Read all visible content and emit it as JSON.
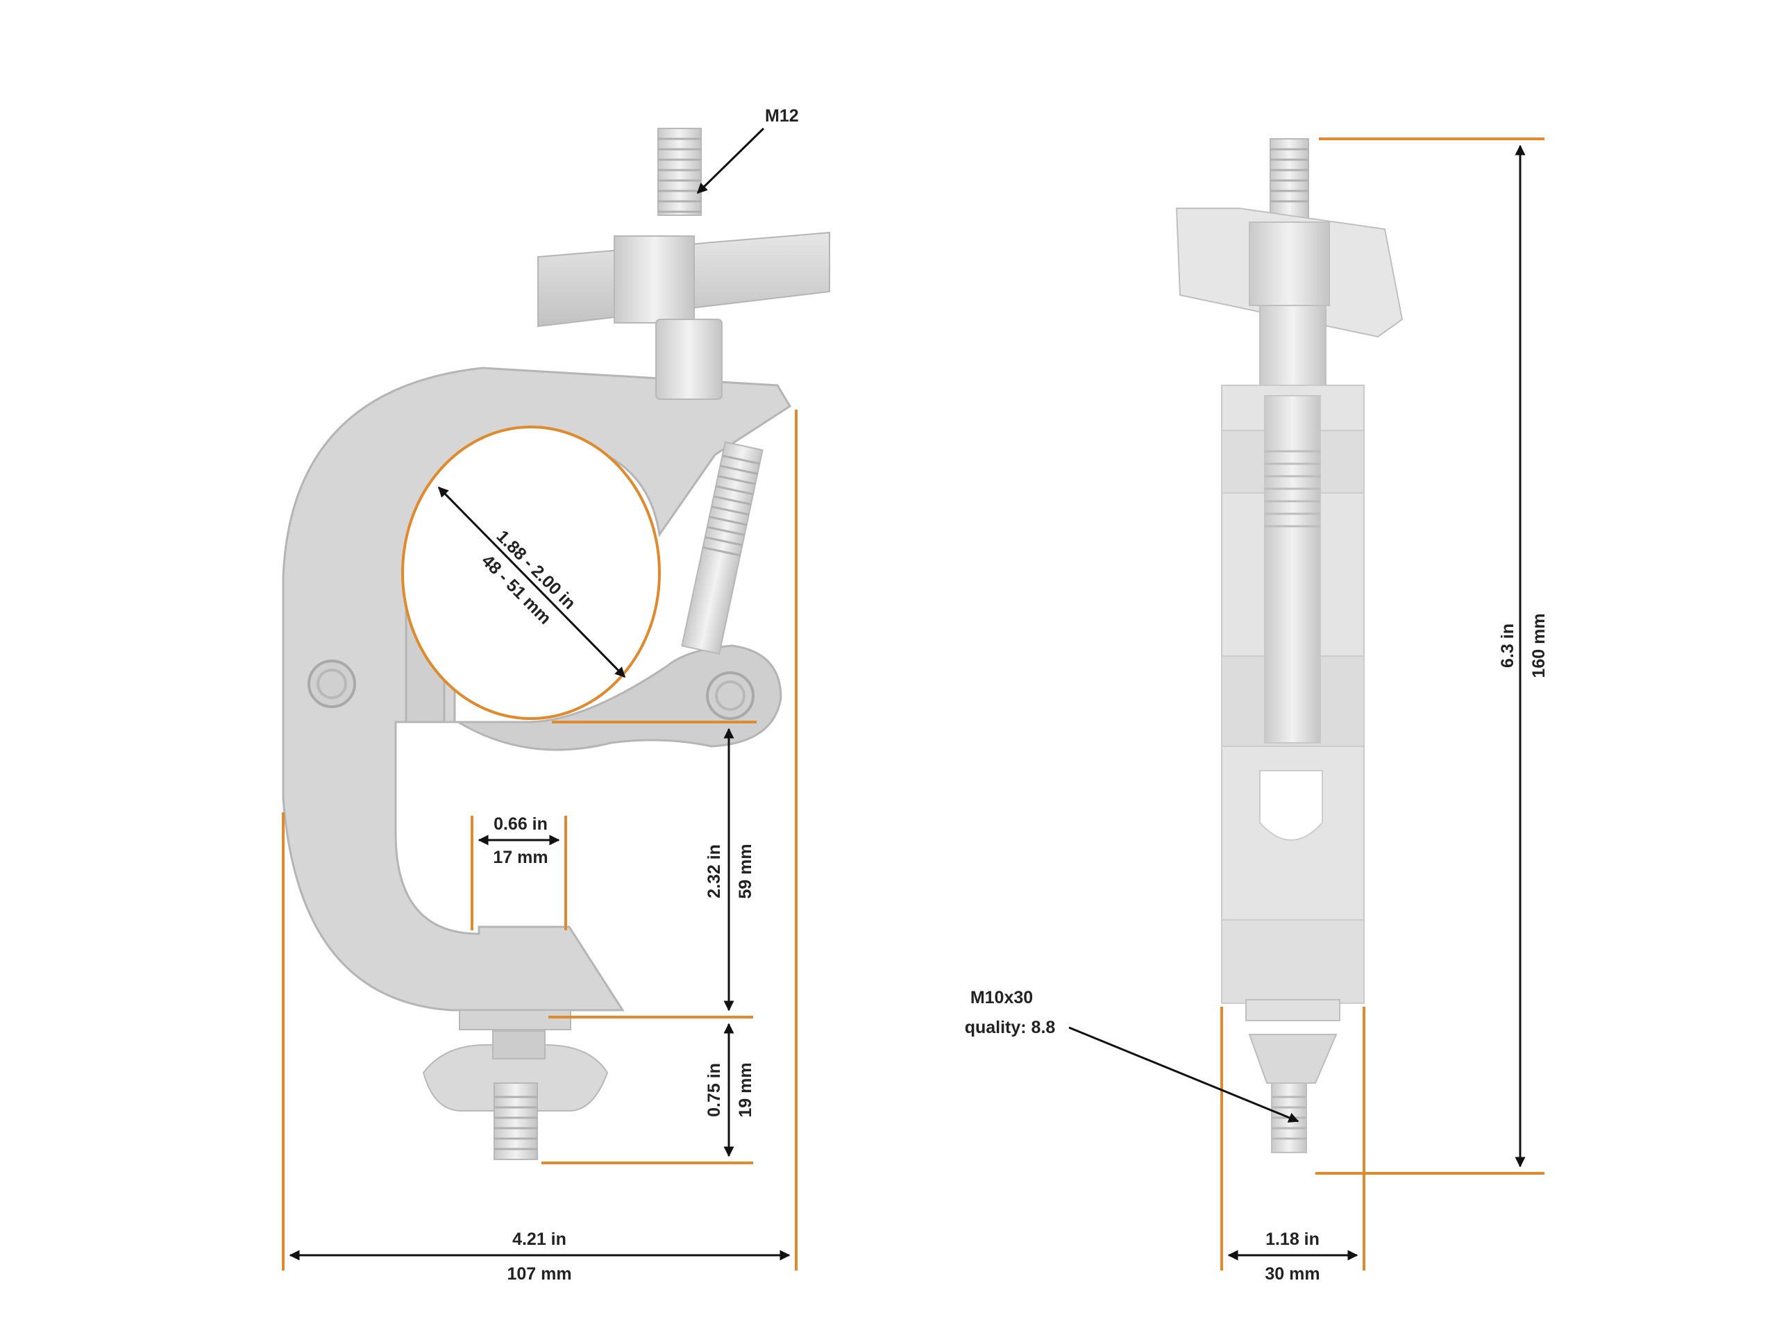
{
  "colors": {
    "dimension_line": "#E08A2E",
    "arrow": "#111111",
    "part_fill": "#d4d4d4",
    "part_shade": "#bdbdbd",
    "part_stroke": "#a8a8a8"
  },
  "front_view": {
    "bolt_label": "M12",
    "tube_dia_in": "1.88 - 2.00 in",
    "tube_dia_mm": "48 - 51 mm",
    "slot_in": "0.66 in",
    "slot_mm": "17 mm",
    "height_in": "2.32 in",
    "height_mm": "59 mm",
    "wingbolt_in": "0.75 in",
    "wingbolt_mm": "19 mm",
    "width_in": "4.21 in",
    "width_mm": "107 mm"
  },
  "side_view": {
    "bolt_label_line1": "M10x30",
    "bolt_label_line2": "quality: 8.8",
    "height_in": "6.3 in",
    "height_mm": "160 mm",
    "width_in": "1.18 in",
    "width_mm": "30 mm"
  }
}
